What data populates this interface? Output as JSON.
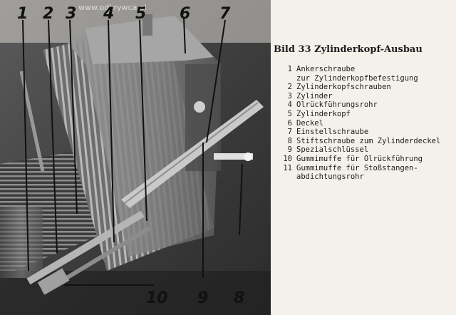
{
  "watermark": "www.odkrywca.pl",
  "figure": {
    "callouts": [
      "1",
      "2",
      "3",
      "4",
      "5",
      "6",
      "7",
      "8",
      "9",
      "10"
    ],
    "caption": {
      "title": "Bild 33  Zylinderkopf-Ausbau",
      "items": [
        {
          "num": "1",
          "lines": [
            "Ankerschraube",
            "zur Zylinderkopfbefestigung"
          ]
        },
        {
          "num": "2",
          "lines": [
            "Zylinderkopfschrauben"
          ]
        },
        {
          "num": "3",
          "lines": [
            "Zylinder"
          ]
        },
        {
          "num": "4",
          "lines": [
            "Ölrückführungsrohr"
          ]
        },
        {
          "num": "5",
          "lines": [
            "Zylinderkopf"
          ]
        },
        {
          "num": "6",
          "lines": [
            "Deckel"
          ]
        },
        {
          "num": "7",
          "lines": [
            "Einstellschraube"
          ]
        },
        {
          "num": "8",
          "lines": [
            "Stiftschraube zum Zylinderdeckel"
          ]
        },
        {
          "num": "9",
          "lines": [
            "Spezialschlüssel"
          ]
        },
        {
          "num": "10",
          "lines": [
            "Gummimuffe für Ölrückführung"
          ]
        },
        {
          "num": "11",
          "lines": [
            "Gummimuffe für Stoßstangen-",
            "abdichtungsrohr"
          ]
        }
      ]
    }
  }
}
